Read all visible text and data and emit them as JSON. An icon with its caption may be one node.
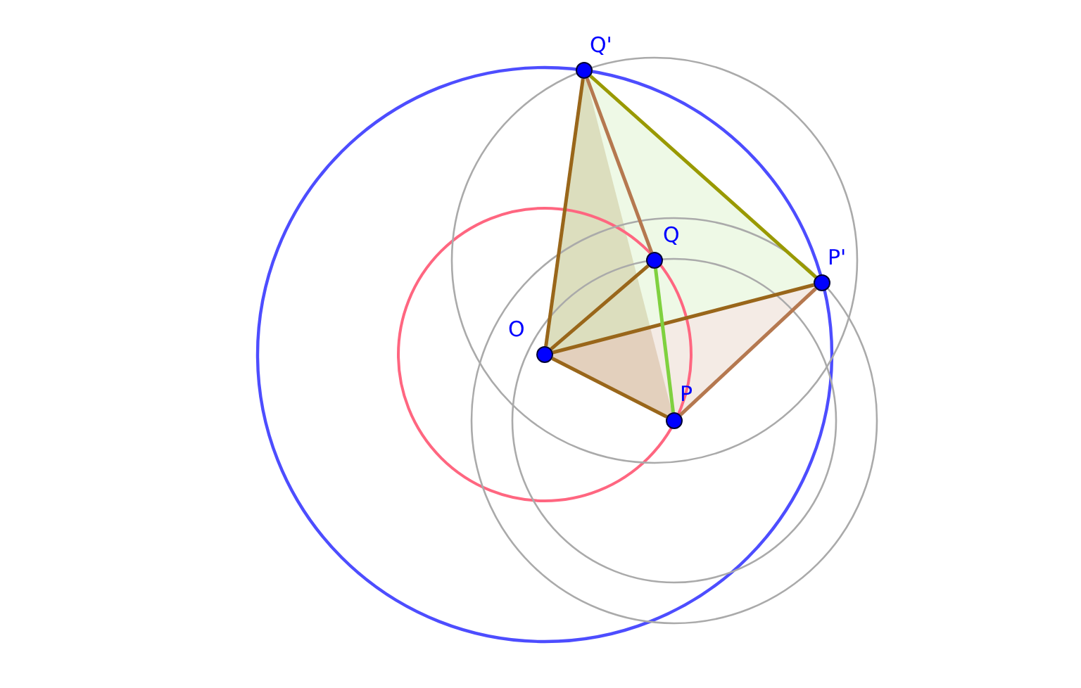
{
  "diagram": {
    "nodes": [
      {
        "text": [],
        "shape": "circle",
        "beside": [
          "O"
        ]
      },
      {
        "text": [],
        "shape": "circle",
        "beside": [
          "Q"
        ]
      },
      {
        "text": [],
        "shape": "circle",
        "beside": [
          "P"
        ]
      },
      {
        "text": [],
        "shape": "circle",
        "beside": [
          "P'"
        ]
      },
      {
        "text": [],
        "shape": "circle",
        "beside": [
          "Q'"
        ]
      }
    ],
    "edges": [
      {
        "from": 4,
        "to": 0,
        "arrow": "none"
      },
      {
        "from": 4,
        "to": 1,
        "arrow": "none",
        "color": "#b5784f"
      },
      {
        "from": 4,
        "to": 3,
        "arrow": "none",
        "color": "#999900"
      },
      {
        "from": 0,
        "to": 1,
        "arrow": "none"
      },
      {
        "from": 0,
        "to": 3,
        "arrow": "none"
      },
      {
        "from": 0,
        "to": 2,
        "arrow": "none"
      },
      {
        "from": 1,
        "to": 2,
        "arrow": "none",
        "color": "#7fd13f"
      },
      {
        "from": 2,
        "to": 3,
        "arrow": "none",
        "color": "#b5784f"
      }
    ]
  }
}
